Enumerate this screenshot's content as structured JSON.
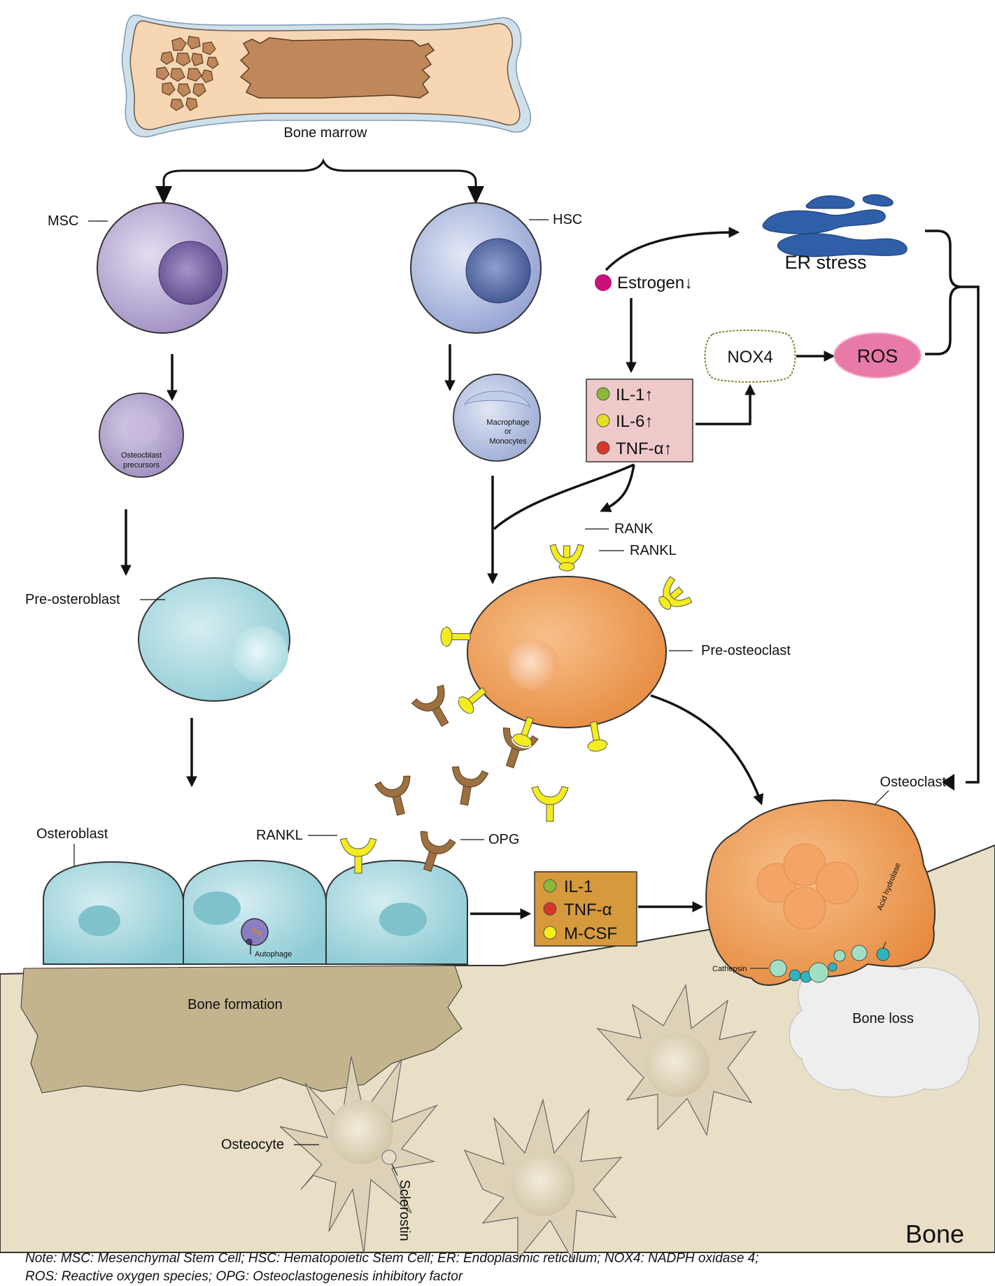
{
  "labels": {
    "bone_marrow": "Bone marrow",
    "msc": "MSC",
    "hsc": "HSC",
    "osteoblast_precursors_1": "Osteocblast",
    "osteoblast_precursors_2": "precursors",
    "macrophage_1": "Macrophage",
    "macrophage_2": "or",
    "macrophage_3": "Monocytes",
    "pre_osteroblast": "Pre-osteroblast",
    "osteroblast": "Osteroblast",
    "autophage": "Autophage",
    "rank": "RANK",
    "rankl_top": "RANKL",
    "rankl_bottom": "RANKL",
    "opg": "OPG",
    "pre_osteoclast": "Pre-osteoclast",
    "osteoclast": "Osteoclast",
    "acid_hydrolase": "Acid hydrolase",
    "cathepsin": "Cathepsin",
    "bone_loss": "Bone loss",
    "bone_formation": "Bone formation",
    "osteocyte": "Osteocyte",
    "sclerostin": "Sclerostin",
    "bone": "Bone",
    "estrogen": "Estrogen↓",
    "er_stress": "ER stress",
    "nox4": "NOX4",
    "ros": "ROS"
  },
  "cytokines_top": [
    {
      "label": "IL-1↑",
      "color": "#8cb83a"
    },
    {
      "label": "IL-6↑",
      "color": "#e3e024"
    },
    {
      "label": "TNF-α↑",
      "color": "#d8362a"
    }
  ],
  "cytokines_bottom": [
    {
      "label": "IL-1",
      "color": "#8cb83a"
    },
    {
      "label": "TNF-α",
      "color": "#d8362a"
    },
    {
      "label": "M-CSF",
      "color": "#f4ec1c"
    }
  ],
  "note": {
    "line1": "Note: MSC: Mesenchymal Stem Cell;  HSC: Hematopoietic Stem Cell; ER: Endoplasmic reticulum; NOX4: NADPH oxidase 4;",
    "line2": "ROS: Reactive oxygen species; OPG: Osteoclastogenesis inhibitory factor"
  },
  "colors": {
    "msc_cell": "#b4a6cf",
    "hsc_cell": "#a9b6dc",
    "osteoblast": "#a9d7dd",
    "osteoclast": "#f0a058",
    "rank_yellow": "#f4ec1c",
    "opg_brown": "#9c7040",
    "bone": "#e8dfc6",
    "estrogen_dot": "#c8127a",
    "er_blue": "#2e5fa8",
    "ros_pink": "#e87aa8"
  }
}
